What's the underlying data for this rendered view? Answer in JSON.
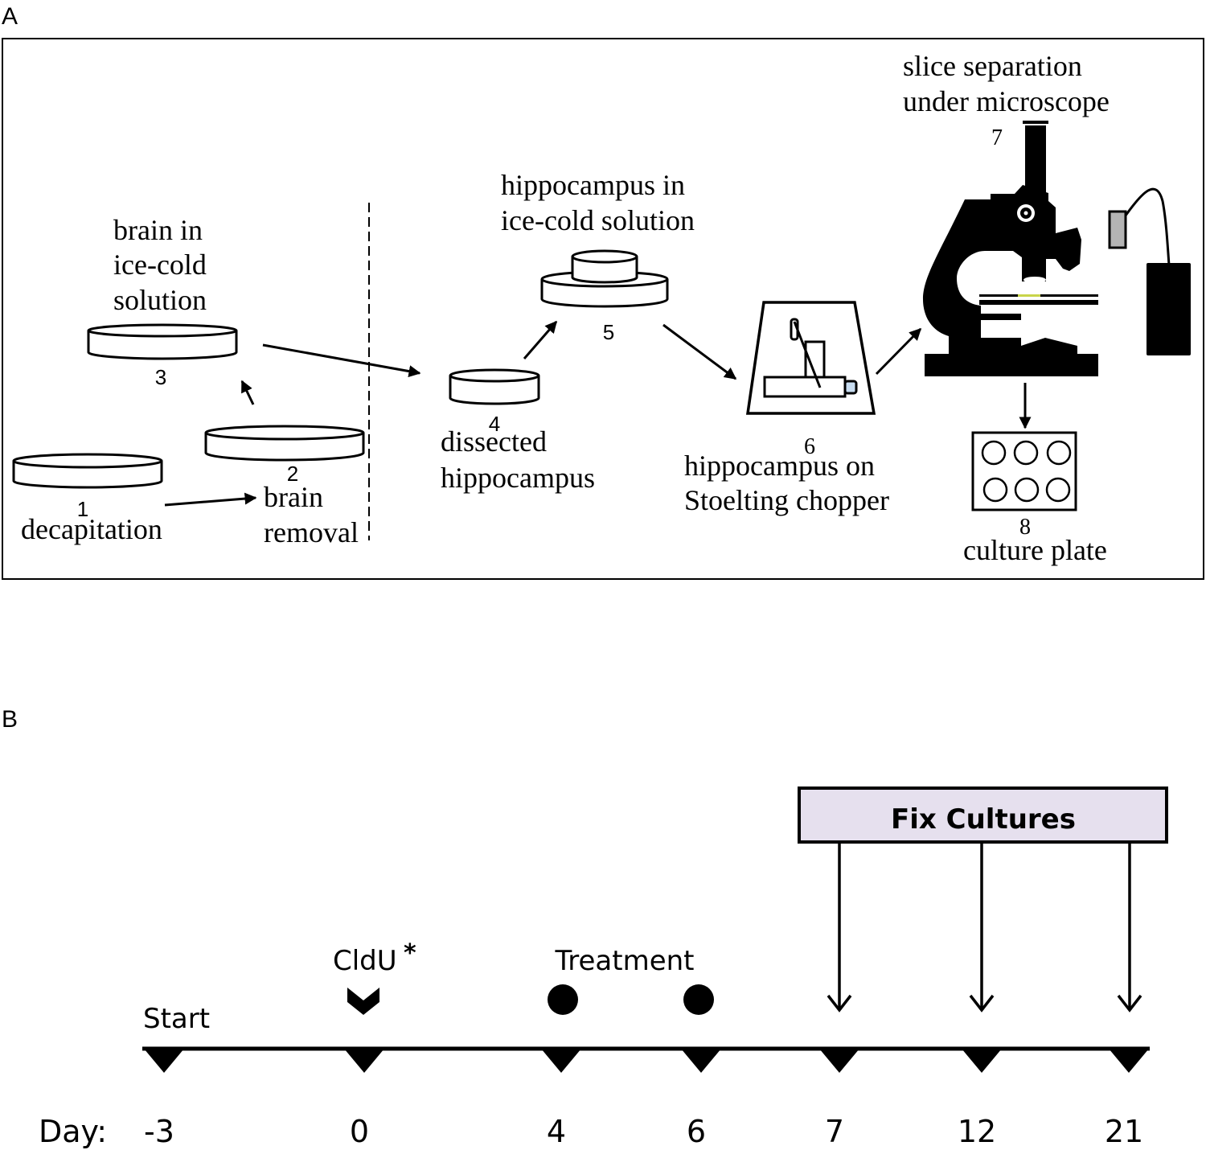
{
  "panel_a": {
    "label": "A",
    "steps": [
      {
        "number": "1",
        "caption": [
          "decapitation"
        ]
      },
      {
        "number": "2",
        "caption": [
          "brain",
          "removal"
        ]
      },
      {
        "number": "3",
        "caption": [
          "brain in",
          "ice-cold",
          "solution"
        ]
      },
      {
        "number": "4",
        "caption": [
          "dissected",
          "hippocampus"
        ]
      },
      {
        "number": "5",
        "caption": [
          "hippocampus in",
          "ice-cold solution"
        ]
      },
      {
        "number": "6",
        "caption": [
          "hippocampus on",
          "Stoelting chopper"
        ]
      },
      {
        "number": "7",
        "caption": [
          "slice separation",
          "under microscope"
        ]
      },
      {
        "number": "8",
        "caption": [
          "culture plate"
        ]
      }
    ],
    "colors": {
      "slide_sample": "#c8d44a",
      "light_source": "#b4b4b4",
      "chopper_knob": "#c7dcf0"
    }
  },
  "panel_b": {
    "label": "B",
    "day_label": "Day:",
    "days": [
      "-3",
      "0",
      "4",
      "6",
      "7",
      "12",
      "21"
    ],
    "start_label": "Start",
    "cldu_label": "CldU",
    "cldu_mark": "*",
    "treatment_label": "Treatment",
    "fix_label": "Fix Cultures",
    "colors": {
      "fix_box": "#e6e0ee"
    }
  }
}
